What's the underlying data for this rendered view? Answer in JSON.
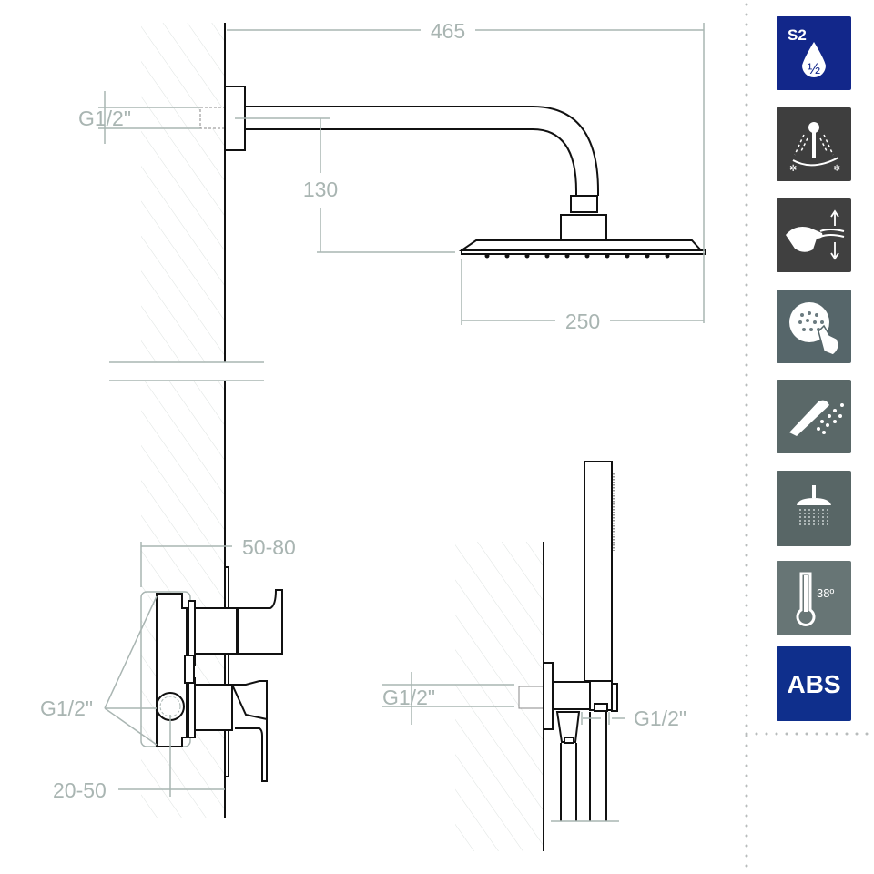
{
  "dimensions": {
    "total_reach": "465",
    "arm_drop": "130",
    "head_width": "250",
    "inlet_top": "G1/2\"",
    "mixer_depth": "50-80",
    "mixer_offset": "20-50",
    "mixer_inlet": "G1/2\"",
    "handshower_inlet": "G1/2\"",
    "handshower_outlet": "G1/2\""
  },
  "features": [
    {
      "name": "s2-water-saving-icon",
      "label": "S2",
      "sub": "½",
      "color": "#12278a"
    },
    {
      "name": "cold-start-icon",
      "color": "#3e3e3e"
    },
    {
      "name": "easy-clean-icon",
      "color": "#404040"
    },
    {
      "name": "anti-limescale-icon",
      "color": "#56666a"
    },
    {
      "name": "hand-shower-icon",
      "color": "#5a6868"
    },
    {
      "name": "rain-shower-icon",
      "color": "#586666"
    },
    {
      "name": "thermostatic-icon",
      "label": "38º",
      "color": "#677575"
    },
    {
      "name": "abs-material-icon",
      "label": "ABS",
      "color": "#0f2f8c"
    }
  ]
}
